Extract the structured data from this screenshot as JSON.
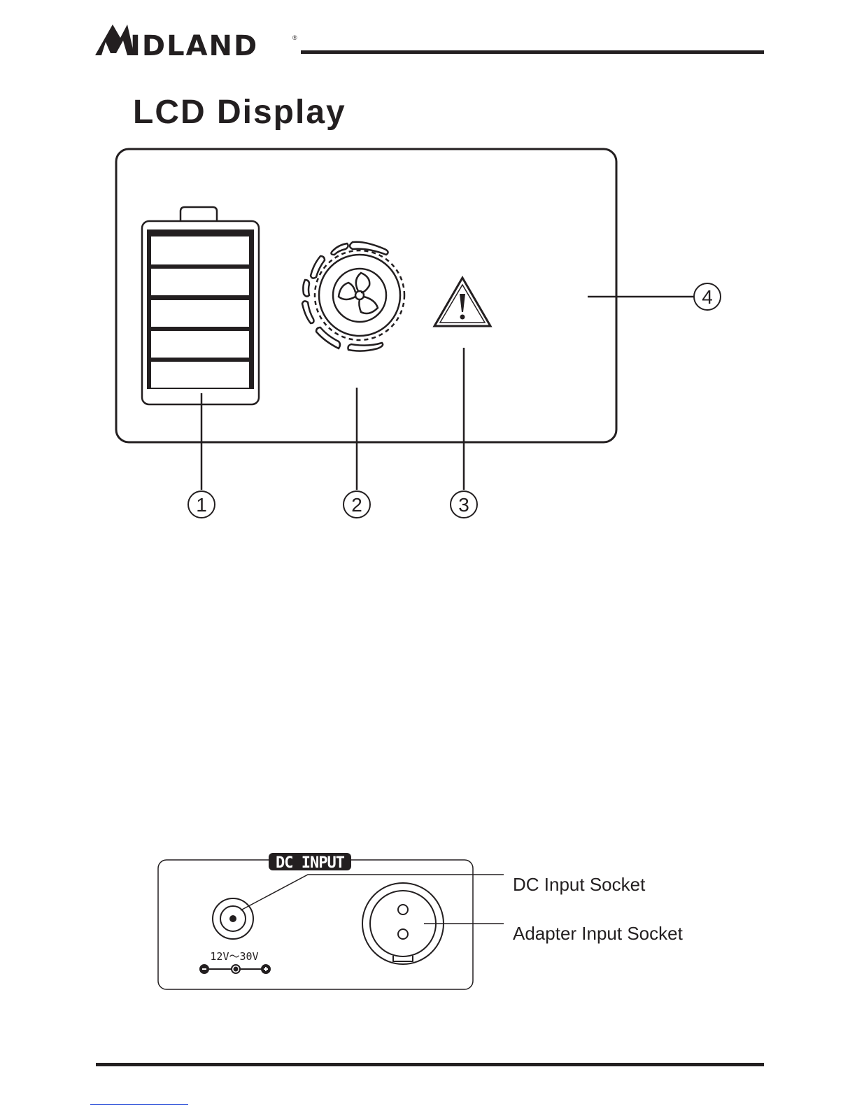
{
  "header": {
    "brand": "IDLAND",
    "registered_mark": "®"
  },
  "page": {
    "title": "LCD Display"
  },
  "lcd_display": {
    "callouts": [
      "1",
      "2",
      "3",
      "4"
    ]
  },
  "dc_panel": {
    "badge": "DC INPUT",
    "voltage_range": "12V～30V",
    "labels": {
      "dc_socket": "DC Input Socket",
      "adapter_socket": "Adapter Input Socket"
    }
  }
}
